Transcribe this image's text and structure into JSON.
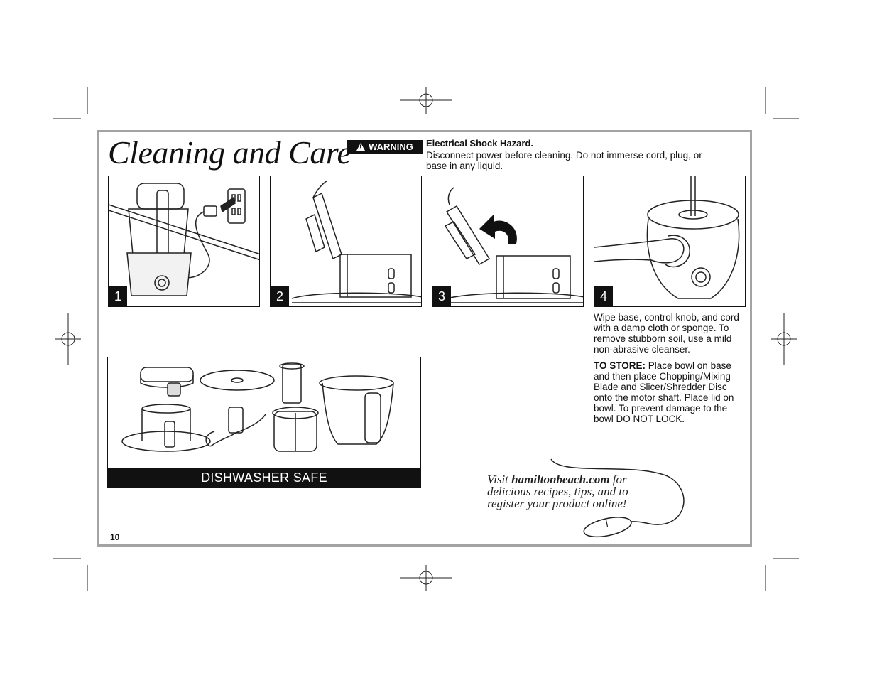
{
  "title": "Cleaning and Care",
  "warning": {
    "badge_label": "WARNING",
    "hazard_title": "Electrical Shock Hazard.",
    "hazard_text": "Disconnect power before cleaning. Do not immerse cord, plug, or base in any liquid."
  },
  "steps": [
    {
      "number": "1"
    },
    {
      "number": "2"
    },
    {
      "number": "3"
    },
    {
      "number": "4"
    }
  ],
  "wipe_text": "Wipe base, control knob, and cord with a damp cloth or sponge. To remove stubborn soil, use a mild non-abrasive cleanser.",
  "store": {
    "label": "TO STORE:",
    "text": " Place bowl on base and then place Chopping/Mixing Blade and Slicer/Shredder Disc onto the motor shaft. Place lid on bowl. To prevent damage to the bowl DO NOT LOCK."
  },
  "dishwasher_label": "DISHWASHER SAFE",
  "visit": {
    "prefix": "Visit ",
    "site": "hamiltonbeach.com",
    "suffix": " for delicious recipes, tips, and to register your product online!"
  },
  "page_number": "10"
}
